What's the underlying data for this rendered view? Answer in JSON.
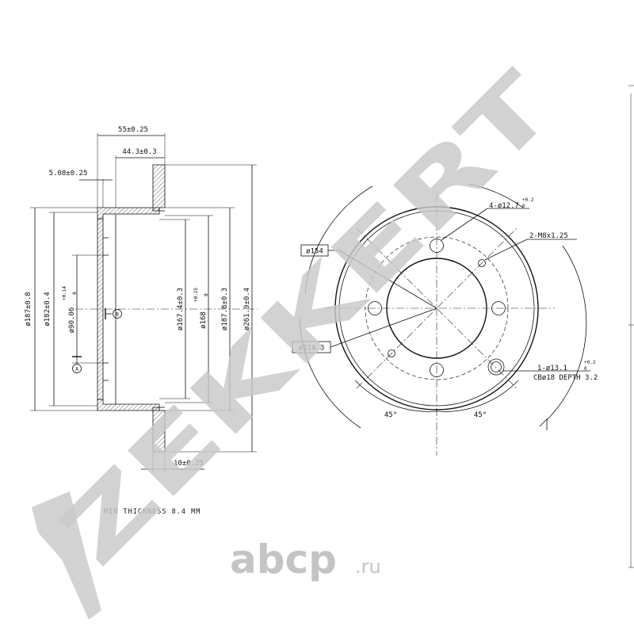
{
  "side_view": {
    "dim_overall_width": "55±0.25",
    "dim_hub_depth": "44.3±0.3",
    "dim_hat_wall": "5.08±0.25",
    "dim_disc_thickness": "10±0.25",
    "dim_d187": "ø187±0.8",
    "dim_d182": "ø182±0.4",
    "dim_d90_base": "ø90.06",
    "dim_d90_tol_upper": "+0.14",
    "dim_d90_tol_lower": "0",
    "dim_d167": "ø167.4±0.3",
    "dim_d168_base": "ø168",
    "dim_d168_tol_upper": "+0.25",
    "dim_d168_tol_lower": "0",
    "dim_d187_8": "ø187.8±0.3",
    "dim_d261": "ø261.9±0.4",
    "datum_a": "A",
    "datum_b": "B"
  },
  "front_view": {
    "dim_pcd154": "ø154",
    "dim_pcd114": "ø114.3",
    "bolt_holes_base": "4-ø12.7",
    "bolt_holes_tol_upper": "+0.2",
    "bolt_holes_tol_lower": "0",
    "threads": "2-M8x1.25",
    "pin_hole_base": "1-ø13.1",
    "pin_hole_tol_upper": "+0.2",
    "pin_hole_tol_lower": "0",
    "counterbore": "CBø18 DEPTH 3.2",
    "angle_left": "45°",
    "angle_right": "45°"
  },
  "notes": {
    "min_thickness": "MIN THICKNESS 8.4 MM"
  },
  "watermark": {
    "brand": "ZEKKERT",
    "site_main": "abcp",
    "site_suffix": ".ru"
  }
}
